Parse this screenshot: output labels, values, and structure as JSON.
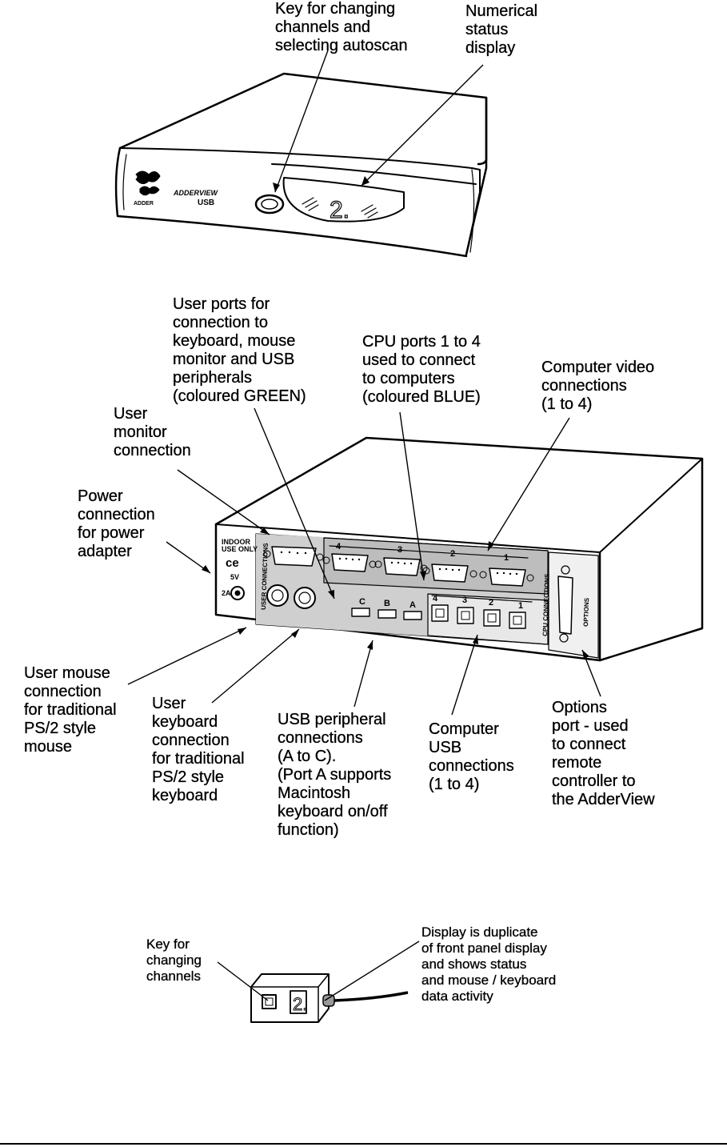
{
  "front_view": {
    "callouts": {
      "channel_key": "Key for changing\nchannels and\nselecting autoscan",
      "status_display": "Numerical\nstatus\ndisplay"
    },
    "branding": {
      "logo_text": "ADDER",
      "model_line1": "ADDERVIEW",
      "model_line2": "USB",
      "display_digit": "2."
    }
  },
  "rear_view": {
    "callouts": {
      "user_ports": "User ports for\nconnection to\nkeyboard, mouse\nmonitor and USB\nperipherals\n(coloured GREEN)",
      "cpu_ports": "CPU ports 1 to 4\nused to connect\nto computers\n(coloured BLUE)",
      "video_connections": "Computer video\nconnections\n(1 to 4)",
      "user_monitor": "User\nmonitor\nconnection",
      "power": "Power\nconnection\nfor power\nadapter",
      "user_mouse": "User mouse\nconnection\nfor traditional\nPS/2 style\nmouse",
      "user_keyboard": "User\nkeyboard\nconnection\nfor traditional\nPS/2 style\nkeyboard",
      "usb_peripheral": "USB peripheral\nconnections\n(A to C).\n(Port A supports\nMacintosh\nkeyboard on/off\nfunction)",
      "computer_usb": "Computer\nUSB\nconnections\n(1 to 4)",
      "options_port": "Options\nport - used\nto connect\nremote\ncontroller to\nthe AdderView"
    },
    "panel_text": {
      "indoor": "INDOOR\nUSE ONLY",
      "ce": "ce",
      "voltage": "5V",
      "current": "2A",
      "user_connections": "USER CONNECTIONS",
      "cpu_connections": "CPU CONNECTIONS",
      "options": "OPTIONS",
      "video_numbers": [
        "4",
        "3",
        "2",
        "1"
      ],
      "usb_numbers": [
        "4",
        "3",
        "2",
        "1"
      ],
      "peripheral_letters": [
        "C",
        "B",
        "A"
      ]
    }
  },
  "remote_view": {
    "callouts": {
      "key": "Key for\nchanging\nchannels",
      "display": "Display is duplicate\nof front panel display\nand shows status\nand mouse / keyboard\ndata activity"
    },
    "display_digit": "2."
  }
}
